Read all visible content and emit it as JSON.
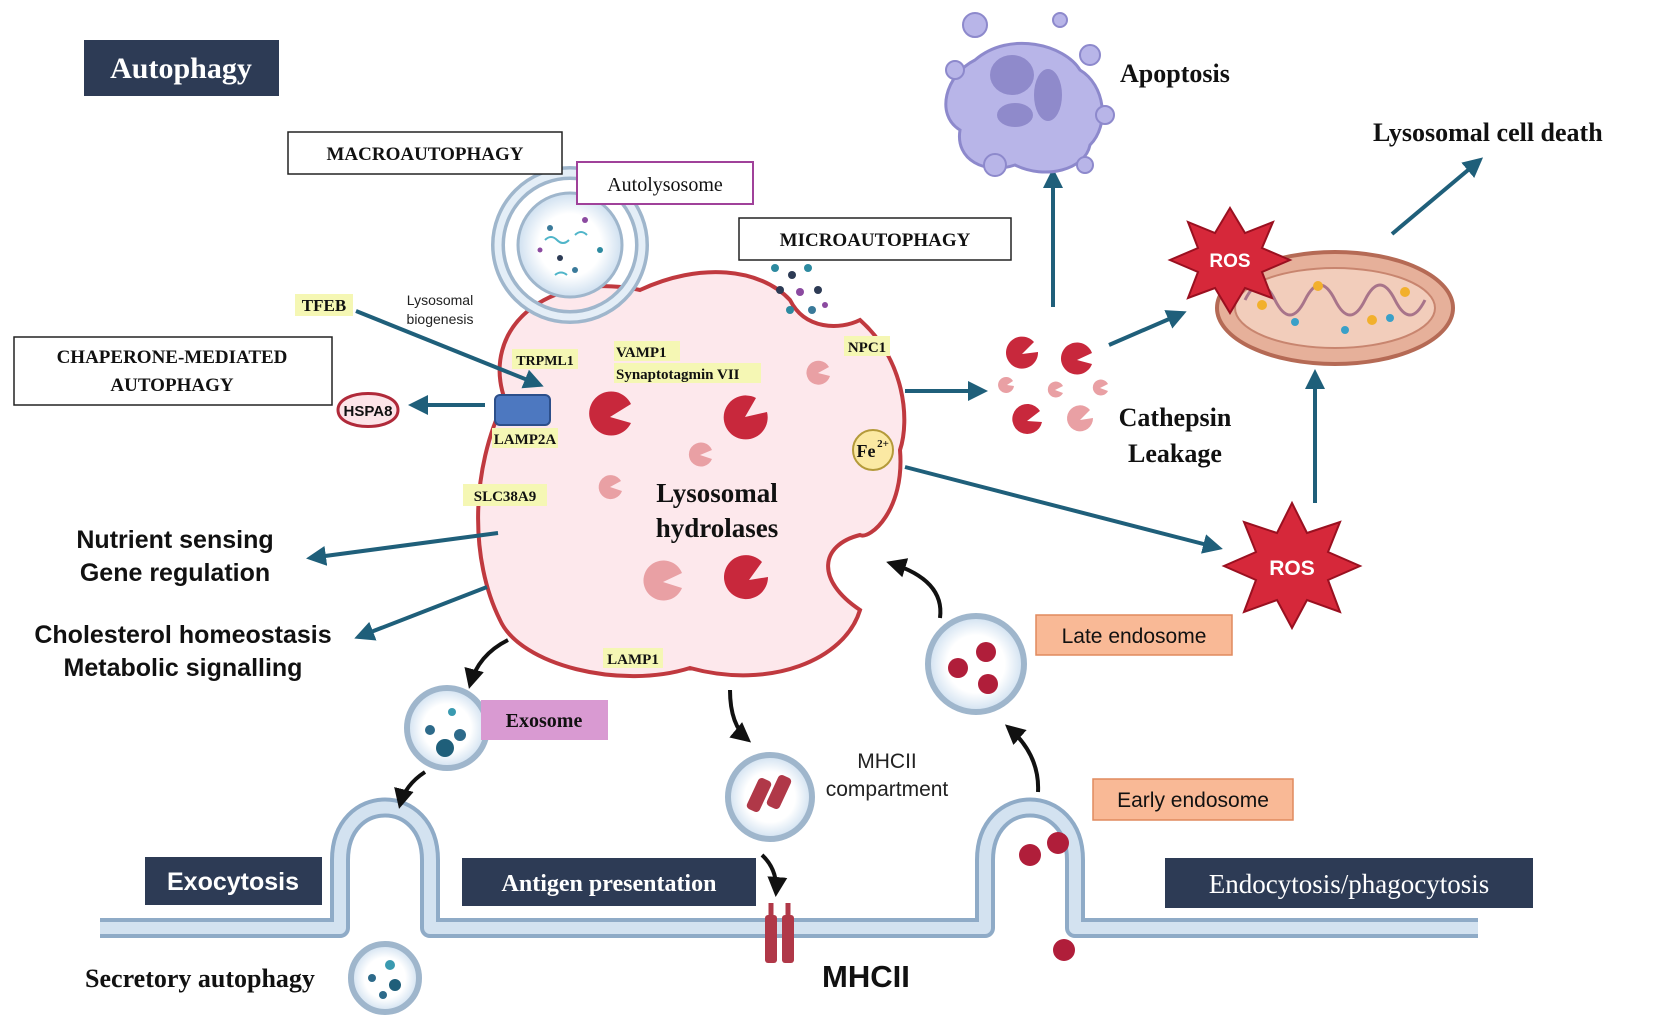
{
  "sections": {
    "autophagy": "Autophagy",
    "exocytosis": "Exocytosis",
    "antigen_presentation": "Antigen presentation",
    "endocytosis": "Endocytosis/phagocytosis"
  },
  "autophagy_types": {
    "macro": "MACROAUTOPHAGY",
    "micro": "MICROAUTOPHAGY",
    "cma_line1": "CHAPERONE-MEDIATED",
    "cma_line2": "AUTOPHAGY"
  },
  "vesicles": {
    "autolysosome": "Autolysosome",
    "exosome": "Exosome",
    "late_endosome": "Late endosome",
    "early_endosome": "Early endosome",
    "mhcii_compartment_line1": "MHCII",
    "mhcii_compartment_line2": "compartment"
  },
  "lysosome": {
    "hydrolases_line1": "Lysosomal",
    "hydrolases_line2": "hydrolases",
    "proteins": {
      "tfeb": "TFEB",
      "trpml1": "TRPML1",
      "vamp1": "VAMP1",
      "synaptotagmin": "Synaptotagmin VII",
      "npc1": "NPC1",
      "lamp2a": "LAMP2A",
      "slc38a9": "SLC38A9",
      "lamp1": "LAMP1"
    },
    "biogenesis_line1": "Lysosomal",
    "biogenesis_line2": "biogenesis",
    "hspa8": "HSPA8",
    "fe": "Fe",
    "fe_charge": "2+"
  },
  "functions": {
    "nutrient": "Nutrient sensing",
    "gene": "Gene regulation",
    "cholesterol": "Cholesterol homeostasis",
    "metabolic": "Metabolic signalling"
  },
  "outcomes": {
    "apoptosis": "Apoptosis",
    "lysosomal_cell_death": "Lysosomal cell death",
    "cathepsin_line1": "Cathepsin",
    "cathepsin_line2": "Leakage",
    "ros_top": "ROS",
    "ros_bottom": "ROS"
  },
  "membrane": {
    "mhcii": "MHCII",
    "secretory_autophagy": "Secretory autophagy"
  },
  "colors": {
    "navy": "#2d3b55",
    "arrow_teal": "#1f5f7a",
    "lysosome_fill": "#fde8ec",
    "lysosome_stroke": "#c0393f",
    "hydrolase_dark": "#c8283c",
    "hydrolase_light": "#e9a0a4",
    "label_yellow": "#f5f7b4",
    "endosome_orange": "#f9b996",
    "exosome_pink": "#d99ad2",
    "membrane_blue": "#b7cbe0",
    "ros_red": "#d6283a",
    "mito_fill": "#e6b09a"
  }
}
